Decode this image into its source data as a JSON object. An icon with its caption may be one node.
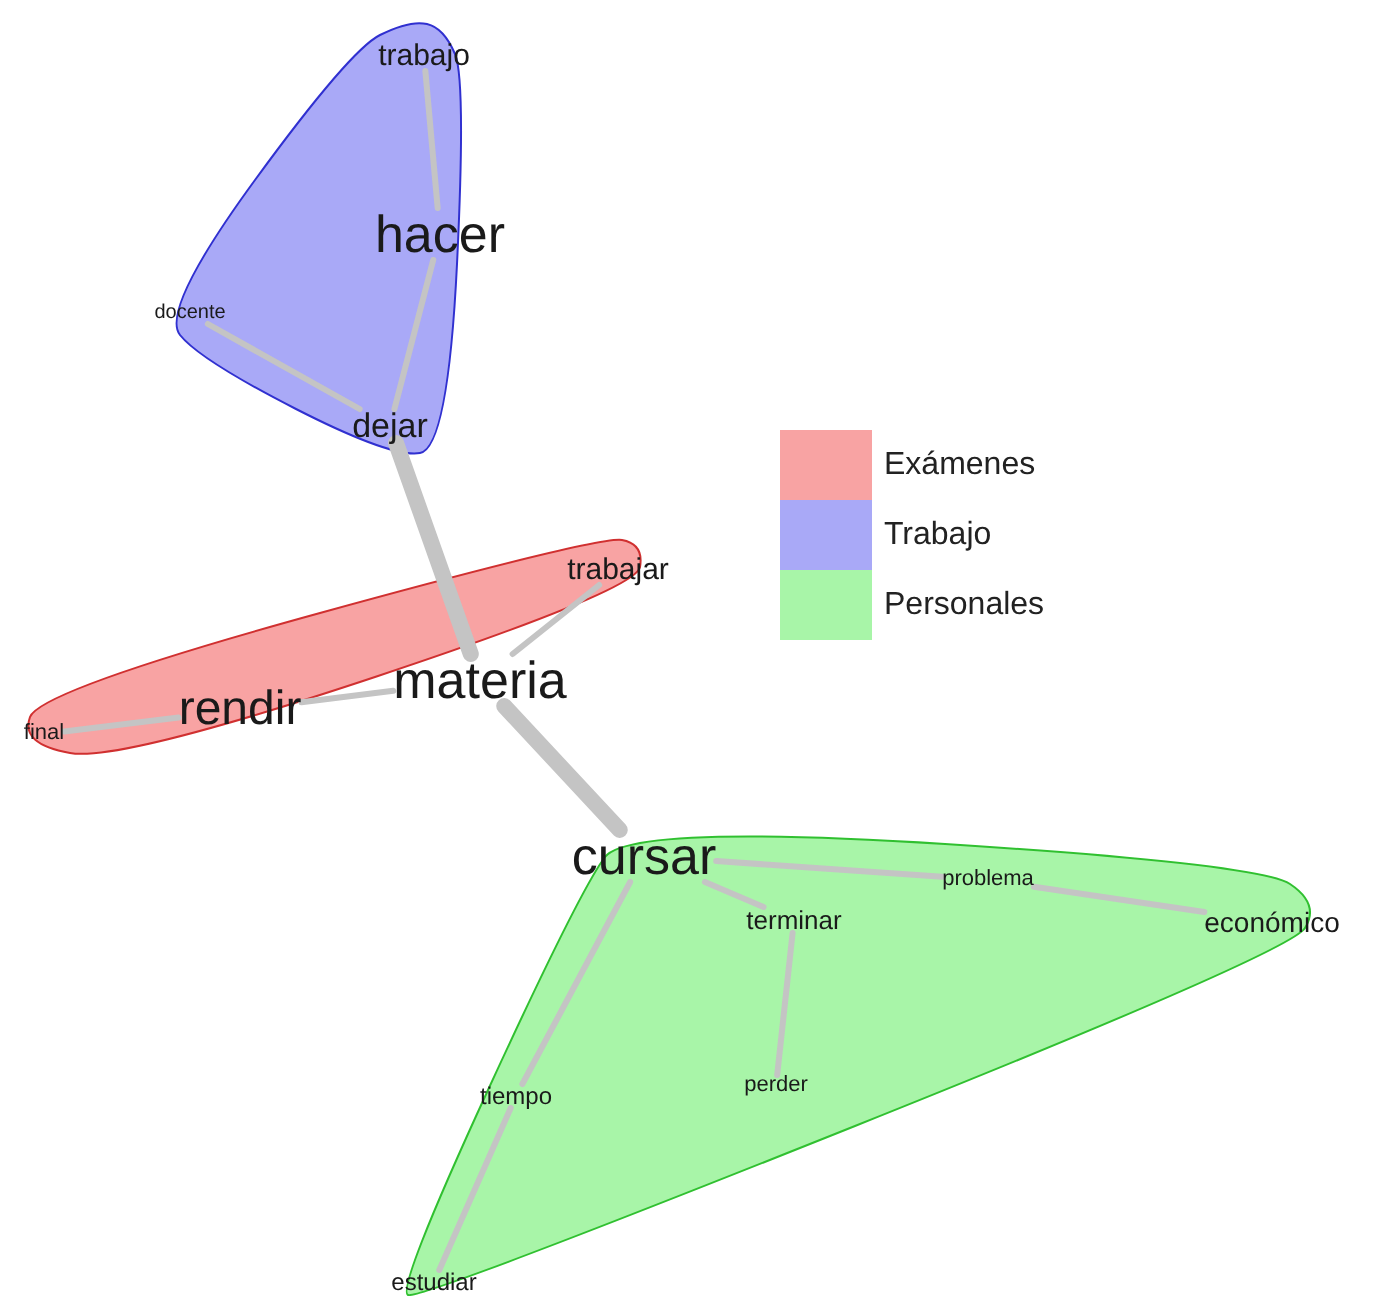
{
  "diagram": {
    "nodes": [
      {
        "text": [],
        "shape": "blob"
      },
      {
        "text": [
          "trabajo"
        ],
        "in": 0
      },
      {
        "text": [
          "hacer"
        ],
        "in": 0
      },
      {
        "text": [
          "docente"
        ],
        "in": 0
      },
      {
        "text": [
          "dejar"
        ],
        "in": 0
      },
      {
        "text": [],
        "shape": "blob"
      },
      {
        "text": [
          "trabajar"
        ],
        "in": 5
      },
      {
        "text": [
          "materia"
        ],
        "in": 5
      },
      {
        "text": [
          "rendir"
        ],
        "in": 5
      },
      {
        "text": [
          "final"
        ],
        "in": 5
      },
      {
        "text": [],
        "shape": "blob"
      },
      {
        "text": [
          "cursar"
        ],
        "in": 10
      },
      {
        "text": [
          "terminar"
        ],
        "in": 10
      },
      {
        "text": [
          "problema"
        ],
        "in": 10
      },
      {
        "text": [
          "económico"
        ],
        "in": 10
      },
      {
        "text": [
          "tiempo"
        ],
        "in": 10
      },
      {
        "text": [
          "perder"
        ],
        "in": 10
      },
      {
        "text": [
          "estudiar"
        ],
        "in": 10
      }
    ],
    "edges": [
      {
        "from": 1,
        "to": 2,
        "arrow": "none"
      },
      {
        "from": 2,
        "to": 4,
        "arrow": "none"
      },
      {
        "from": 3,
        "to": 4,
        "arrow": "none"
      },
      {
        "from": 4,
        "to": 7,
        "arrow": "none",
        "style": "thick"
      },
      {
        "from": 7,
        "to": 6,
        "arrow": "none"
      },
      {
        "from": 7,
        "to": 8,
        "arrow": "none"
      },
      {
        "from": 8,
        "to": 9,
        "arrow": "none"
      },
      {
        "from": 7,
        "to": 11,
        "arrow": "none",
        "style": "thick"
      },
      {
        "from": 11,
        "to": 12,
        "arrow": "none"
      },
      {
        "from": 11,
        "to": 13,
        "arrow": "none"
      },
      {
        "from": 13,
        "to": 14,
        "arrow": "none"
      },
      {
        "from": 12,
        "to": 16,
        "arrow": "none"
      },
      {
        "from": 11,
        "to": 15,
        "arrow": "none"
      },
      {
        "from": 15,
        "to": 17,
        "arrow": "none"
      }
    ],
    "legend": [
      {
        "text": "Exámenes",
        "color": "#f8a3a3"
      },
      {
        "text": "Trabajo",
        "color": "#a9a9f7"
      },
      {
        "text": "Personales",
        "color": "#a8f5a8"
      }
    ]
  }
}
